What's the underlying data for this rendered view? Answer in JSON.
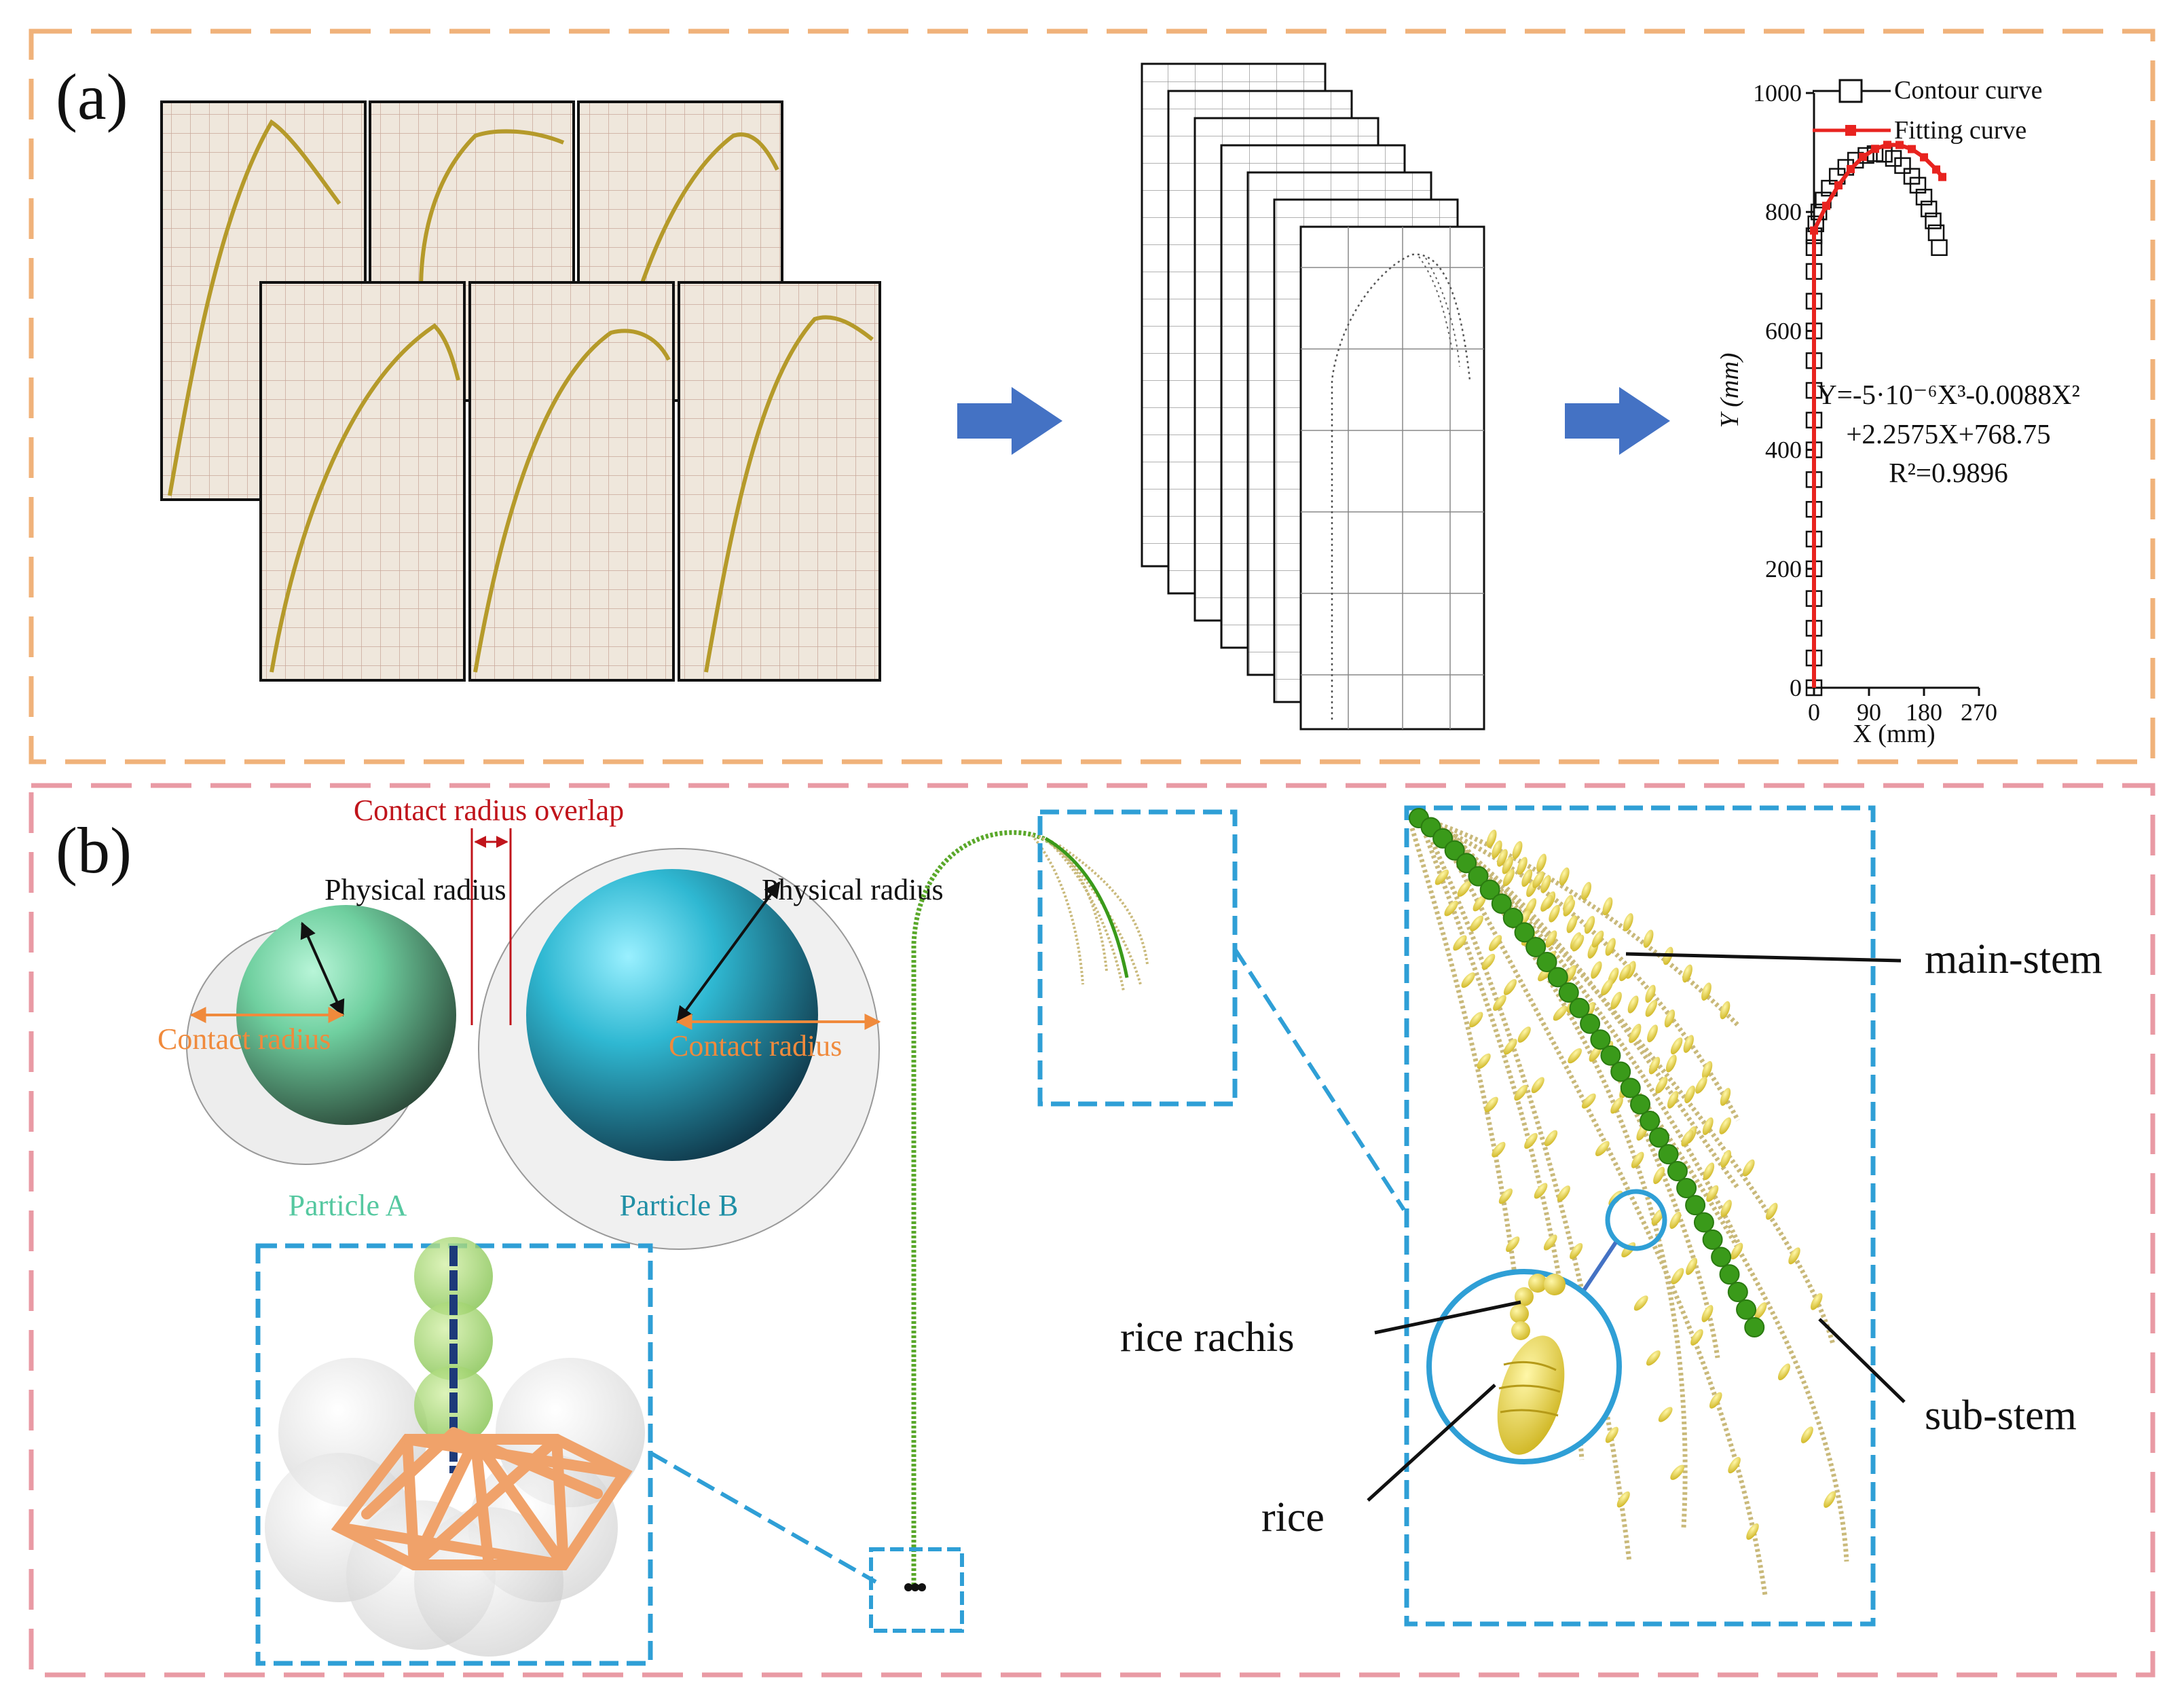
{
  "panel_a": {
    "label": "(a)",
    "chart": {
      "legend_contour": "Contour curve",
      "legend_fitting": "Fitting curve",
      "ylabel": "Y (mm)",
      "xlabel": "X (mm)",
      "eq_line1": "Y=-5·10⁻⁶X³-0.0088X²",
      "eq_line2": "+2.2575X+768.75",
      "eq_line3": "R²=0.9896",
      "ytick_0": "0",
      "ytick_200": "200",
      "ytick_400": "400",
      "ytick_600": "600",
      "ytick_800": "800",
      "ytick_1000": "1000",
      "xtick_0": "0",
      "xtick_90": "90",
      "xtick_180": "180",
      "xtick_270": "270"
    }
  },
  "panel_b": {
    "label": "(b)",
    "contact_overlap": "Contact radius overlap",
    "physical_radius_a": "Physical radius",
    "physical_radius_b": "Physical radius",
    "contact_radius_a": "Contact radius",
    "contact_radius_b": "Contact radius",
    "particle_a": "Particle A",
    "particle_b": "Particle B",
    "main_stem": "main-stem",
    "sub_stem": "sub-stem",
    "rice_rachis": "rice rachis",
    "rice": "rice"
  },
  "colors": {
    "panel_a_border": "#f0b27a",
    "panel_b_border": "#e99aa4",
    "zoom_box": "#2f9fd6",
    "arrow": "#4472c4",
    "fit_curve": "#e8231f",
    "stem_green": "#3a9a1a",
    "grain_yellow": "#e2cf4a",
    "overlap_red": "#c0141b",
    "contact_orange": "#f08a3c",
    "particle_a_text": "#55c8a0",
    "particle_b_text": "#1f8fa5"
  },
  "chart_data": {
    "type": "line",
    "xlabel": "X (mm)",
    "ylabel": "Y (mm)",
    "xlim": [
      0,
      270
    ],
    "ylim": [
      0,
      1000
    ],
    "xticks": [
      0,
      90,
      180,
      270
    ],
    "yticks": [
      0,
      200,
      400,
      600,
      800,
      1000
    ],
    "series": [
      {
        "name": "Contour curve",
        "marker": "square",
        "x": [
          0,
          0,
          0,
          0,
          0,
          0,
          0,
          0,
          0,
          0,
          0,
          0,
          0,
          0,
          0,
          0,
          0,
          3,
          8,
          15,
          25,
          38,
          52,
          68,
          85,
          100,
          115,
          130,
          145,
          160,
          170,
          180,
          188,
          195,
          200,
          205
        ],
        "y": [
          0,
          50,
          100,
          150,
          200,
          250,
          300,
          350,
          400,
          450,
          500,
          550,
          600,
          650,
          700,
          740,
          760,
          780,
          800,
          820,
          840,
          860,
          875,
          887,
          895,
          898,
          897,
          890,
          878,
          860,
          845,
          825,
          805,
          785,
          765,
          740
        ]
      },
      {
        "name": "Fitting curve",
        "marker": "line",
        "x": [
          0,
          20,
          40,
          60,
          80,
          100,
          120,
          140,
          160,
          180,
          200,
          210
        ],
        "y": [
          768.75,
          810.3,
          844.7,
          872.1,
          892.6,
          906.1,
          912.8,
          912.6,
          905.7,
          891.9,
          871.4,
          858.8
        ]
      }
    ],
    "annotation": [
      "Y=-5·10⁻⁶X³-0.0088X²",
      "+2.2575X+768.75",
      "R²=0.9896"
    ]
  }
}
